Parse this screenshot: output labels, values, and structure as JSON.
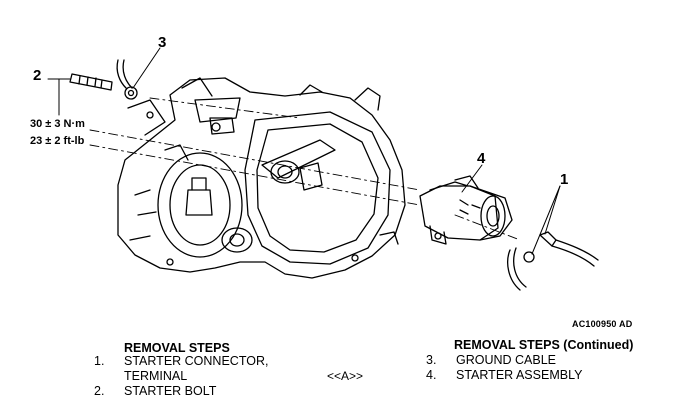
{
  "figure_id": "AC100950 AD",
  "callouts": {
    "c1": "1",
    "c2": "2",
    "c3": "3",
    "c4": "4"
  },
  "torque": {
    "metric": "30 ± 3 N·m",
    "imperial": "23 ± 2 ft-lb"
  },
  "removal_steps": {
    "heading": "REMOVAL STEPS",
    "steps": [
      {
        "num": "1.",
        "line1": "STARTER CONNECTOR,",
        "line2": "TERMINAL"
      },
      {
        "num": "2.",
        "line1": "STARTER BOLT"
      }
    ]
  },
  "reference_mark": "<<A>>",
  "removal_steps_continued": {
    "heading": "REMOVAL STEPS (Continued)",
    "steps": [
      {
        "num": "3.",
        "line1": "GROUND CABLE"
      },
      {
        "num": "4.",
        "line1": "STARTER ASSEMBLY"
      }
    ]
  }
}
